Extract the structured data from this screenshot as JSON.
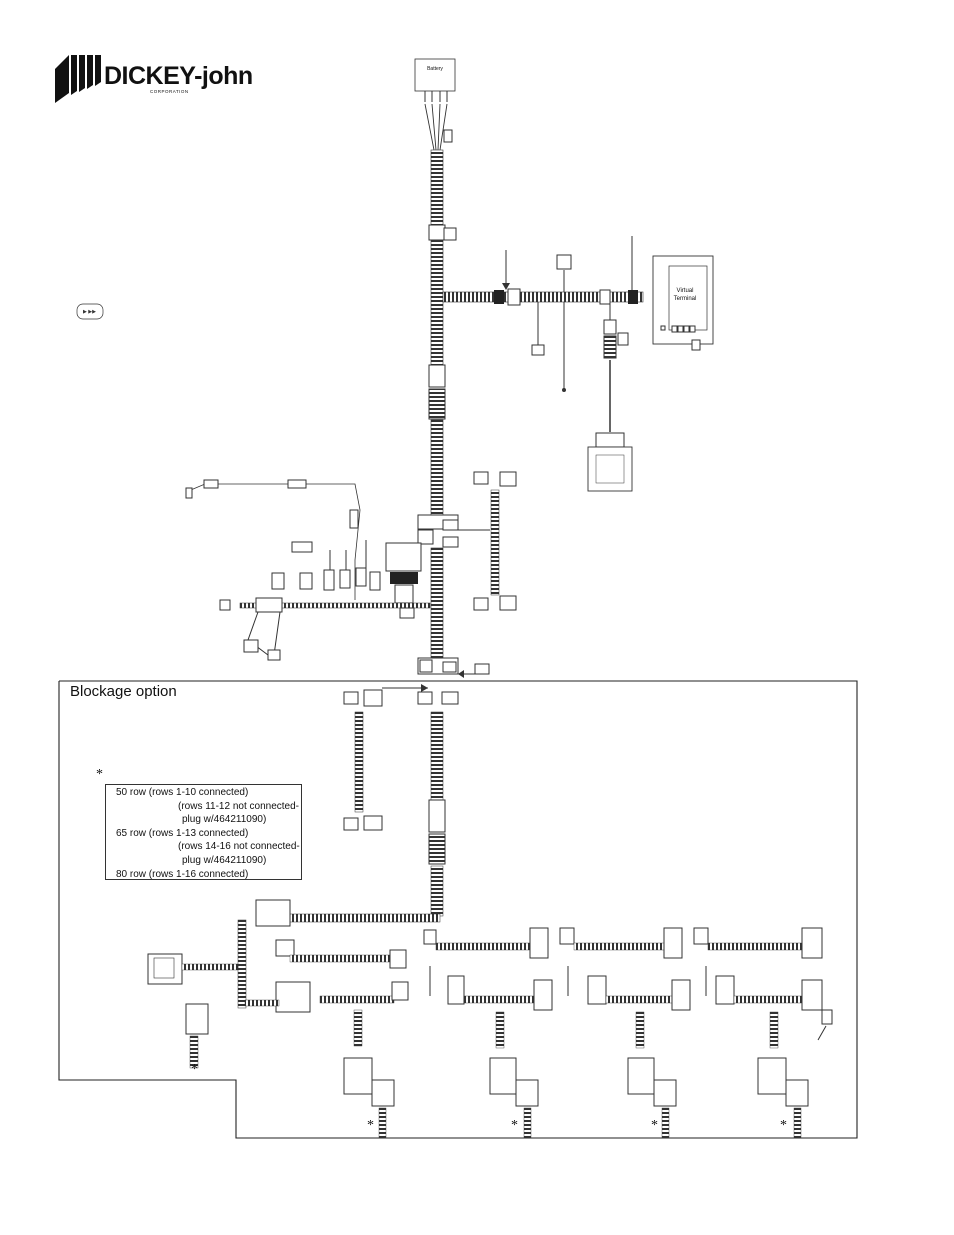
{
  "brand": {
    "name": "DICKEY-john",
    "subtitle": "CORPORATION"
  },
  "components": {
    "battery_label": "Battery",
    "virtual_terminal_label": "Virtual Terminal",
    "virtual_terminal_line1": "Virtual",
    "virtual_terminal_line2": "Terminal"
  },
  "blockage": {
    "title": "Blockage option",
    "note_marker": "*",
    "notes": [
      "50 row (rows 1-10 connected)",
      "(rows 11-12 not connected-",
      "plug w/464211090)",
      "65 row (rows 1-13 connected)",
      "(rows 14-16 not connected-",
      "plug w/464211090)",
      "80 row (rows 1-16 connected)"
    ]
  },
  "markers": {
    "asterisk": "*"
  }
}
